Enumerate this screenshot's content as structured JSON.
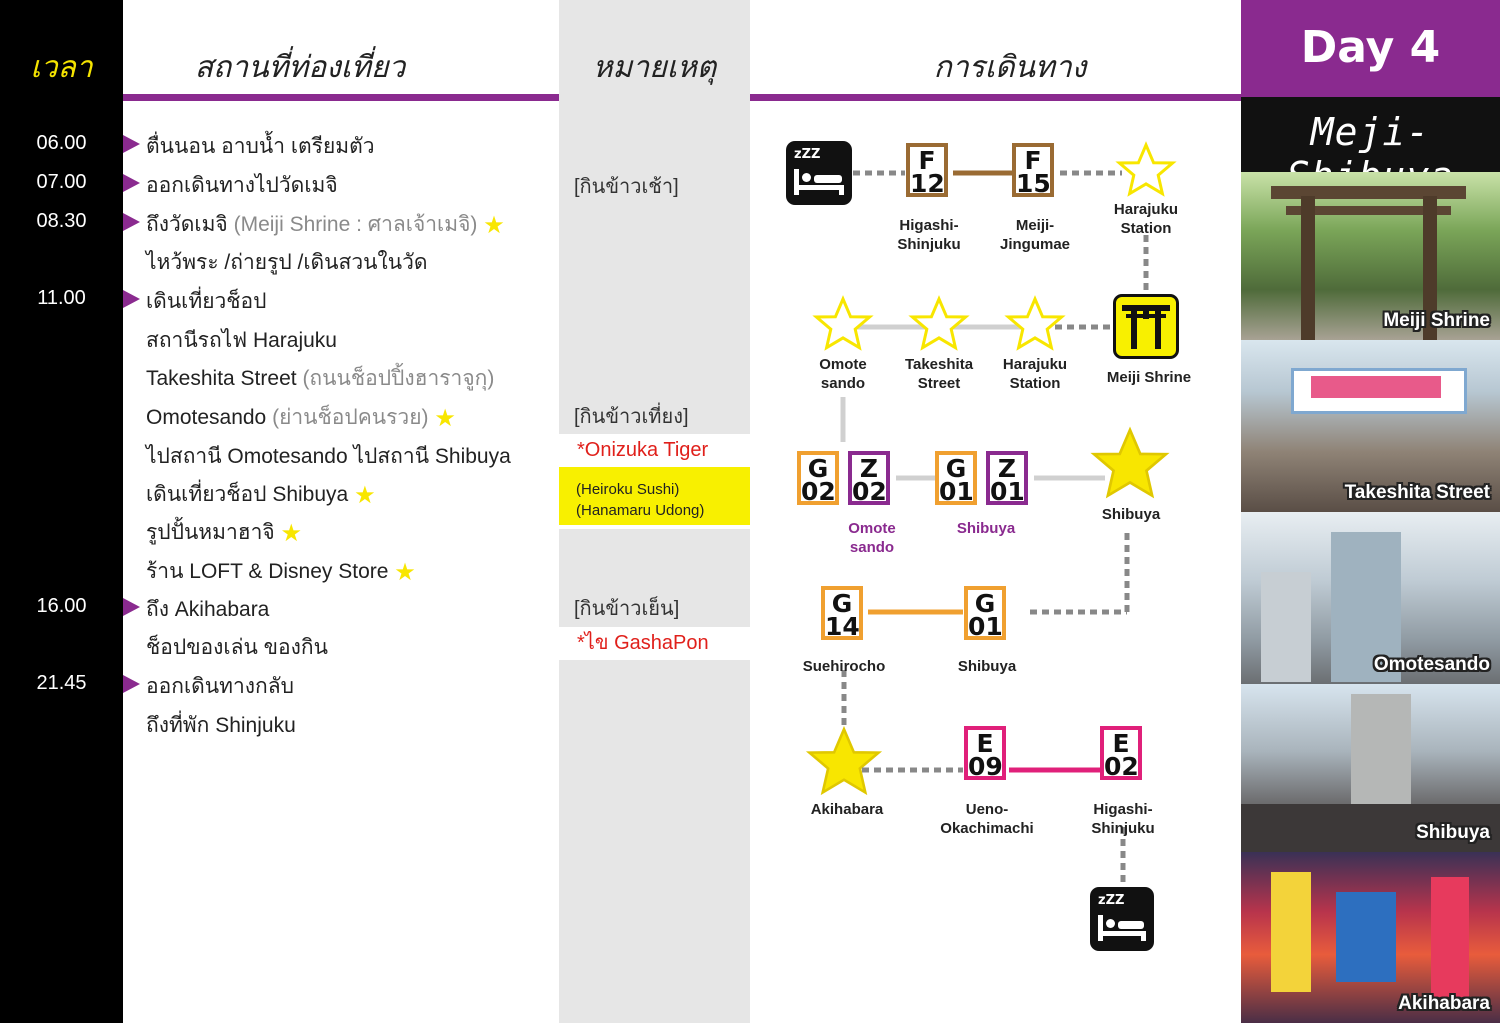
{
  "header": {
    "time_col": "เวลา",
    "places_col": "สถานที่ท่องเที่ยว",
    "notes_col": "หมายเหตุ",
    "route_col": "การเดินทาง"
  },
  "day": {
    "label": "Day  4",
    "route_title": "Meji-Shibuya"
  },
  "times": [
    "06.00",
    "07.00",
    "08.30",
    "11.00",
    "16.00",
    "21.45"
  ],
  "schedule": [
    {
      "text": "ตื่นนอน อาบน้ำ เตรียมตัว"
    },
    {
      "text": "ออกเดินทางไปวัดเมจิ"
    },
    {
      "text": "ถึงวัดเมจิ",
      "gray": "(Meiji Shrine : ศาลเจ้าเมจิ)"
    },
    {
      "text": "ไหว้พระ /ถ่ายรูป /เดินสวนในวัด"
    },
    {
      "text": "เดินเที่ยวช็อป"
    },
    {
      "text": "สถานีรถไฟ Harajuku"
    },
    {
      "text": "Takeshita Street",
      "gray": "(ถนนช็อปปิ้งฮาราจูกุ)"
    },
    {
      "text": "Omotesando",
      "gray": "(ย่านช็อปคนรวย)"
    },
    {
      "text": "ไปสถานี Omotesando ไปสถานี Shibuya"
    },
    {
      "text": "เดินเที่ยวช็อป Shibuya"
    },
    {
      "text": "รูปปั้นหมาฮาจิ"
    },
    {
      "text": "ร้าน LOFT & Disney Store"
    },
    {
      "text": "ถึง Akihabara"
    },
    {
      "text": "ช็อปของเล่น ของกิน"
    },
    {
      "text": "ออกเดินทางกลับ"
    },
    {
      "text": "ถึงที่พัก Shinjuku"
    }
  ],
  "notes": {
    "breakfast": "[กินข้าวเช้า]",
    "lunch": "[กินข้าวเที่ยง]",
    "onizuka": "*Onizuka Tiger",
    "heiroku": "(Heiroku Sushi)",
    "hanamaru": "(Hanamaru Udong)",
    "dinner": "[กินข้าวเย็น]",
    "gashapon": "*ไข GashaPon"
  },
  "map": {
    "zzz": "zZZ",
    "stations": {
      "f12": {
        "line": "F",
        "num": "12"
      },
      "f15": {
        "line": "F",
        "num": "15"
      },
      "g02": {
        "line": "G",
        "num": "02"
      },
      "z02": {
        "line": "Z",
        "num": "02"
      },
      "g01a": {
        "line": "G",
        "num": "01"
      },
      "z01": {
        "line": "Z",
        "num": "01"
      },
      "g14": {
        "line": "G",
        "num": "14"
      },
      "g01b": {
        "line": "G",
        "num": "01"
      },
      "e09": {
        "line": "E",
        "num": "09"
      },
      "e02": {
        "line": "E",
        "num": "02"
      }
    },
    "labels": {
      "higashi1": "Higashi-\nShinjuku",
      "meiji_jingumae": "Meiji-\nJingumae",
      "harajuku1": "Harajuku\nStation",
      "meiji_shrine": "Meiji  Shrine",
      "omote_sando": "Omote\nsando",
      "takeshita": "Takeshita\nStreet",
      "harajuku2": "Harajuku\nStation",
      "omote_sando2": "Omote\nsando",
      "shibuya_p": "Shibuya",
      "shibuya_star": "Shibuya",
      "suehirocho": "Suehirocho",
      "shibuya2": "Shibuya",
      "akihabara": "Akihabara",
      "ueno": "Ueno-\nOkachimachi",
      "higashi2": "Higashi-\nShinjuku"
    }
  },
  "photos": [
    "Meiji Shrine",
    "Takeshita Street",
    "Omotesando",
    "Shibuya",
    "Akihabara"
  ],
  "colors": {
    "purple": "#8a2a8f",
    "yellow": "#f8e600",
    "brown": "#9a6b33",
    "orange": "#f0a030",
    "pink": "#e0207a",
    "red": "#e0201b"
  }
}
